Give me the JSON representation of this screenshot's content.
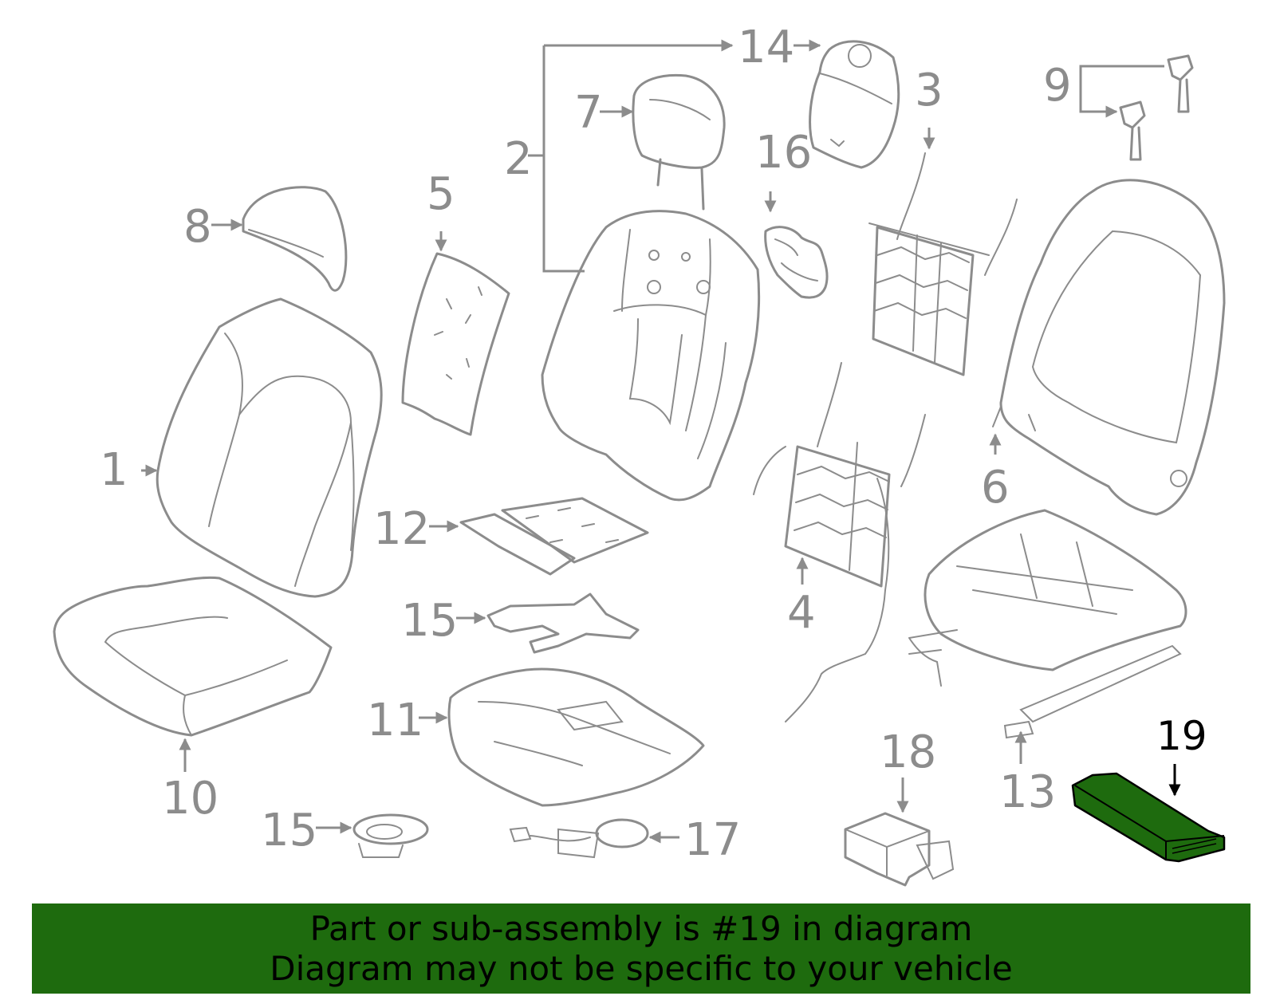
{
  "callouts": [
    {
      "id": "1",
      "label": "1"
    },
    {
      "id": "2",
      "label": "2"
    },
    {
      "id": "3",
      "label": "3"
    },
    {
      "id": "4",
      "label": "4"
    },
    {
      "id": "5",
      "label": "5"
    },
    {
      "id": "6",
      "label": "6"
    },
    {
      "id": "7",
      "label": "7"
    },
    {
      "id": "8",
      "label": "8"
    },
    {
      "id": "9",
      "label": "9"
    },
    {
      "id": "10",
      "label": "10"
    },
    {
      "id": "11",
      "label": "11"
    },
    {
      "id": "12",
      "label": "12"
    },
    {
      "id": "13",
      "label": "13"
    },
    {
      "id": "14",
      "label": "14"
    },
    {
      "id": "15a",
      "label": "15"
    },
    {
      "id": "15b",
      "label": "15"
    },
    {
      "id": "16",
      "label": "16"
    },
    {
      "id": "17",
      "label": "17"
    },
    {
      "id": "18",
      "label": "18"
    },
    {
      "id": "19",
      "label": "19"
    }
  ],
  "highlight": {
    "part": "19",
    "fill_color": "#1e6b0e",
    "label_color": "#000000"
  },
  "banner": {
    "line1": "Part or sub-assembly is #19 in diagram",
    "line2": "Diagram may not be specific to your vehicle",
    "background": "#1e6b0e"
  },
  "colors": {
    "line_art": "#8c8c8c",
    "background": "#ffffff"
  }
}
